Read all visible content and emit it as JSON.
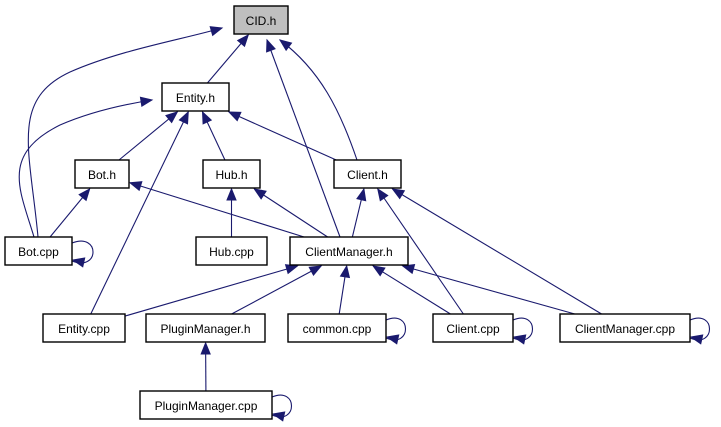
{
  "diagram": {
    "nodes": [
      {
        "id": "cid_h",
        "label": "CID.h",
        "focus": true
      },
      {
        "id": "entity_h",
        "label": "Entity.h"
      },
      {
        "id": "bot_h",
        "label": "Bot.h"
      },
      {
        "id": "hub_h",
        "label": "Hub.h"
      },
      {
        "id": "client_h",
        "label": "Client.h"
      },
      {
        "id": "bot_cpp",
        "label": "Bot.cpp"
      },
      {
        "id": "hub_cpp",
        "label": "Hub.cpp"
      },
      {
        "id": "clientmanager_h",
        "label": "ClientManager.h"
      },
      {
        "id": "entity_cpp",
        "label": "Entity.cpp"
      },
      {
        "id": "pluginmanager_h",
        "label": "PluginManager.h"
      },
      {
        "id": "common_cpp",
        "label": "common.cpp"
      },
      {
        "id": "client_cpp",
        "label": "Client.cpp"
      },
      {
        "id": "clientmanager_cpp",
        "label": "ClientManager.cpp"
      },
      {
        "id": "pluginmanager_cpp",
        "label": "PluginManager.cpp"
      }
    ],
    "edges": [
      {
        "from": "entity_h",
        "to": "cid_h"
      },
      {
        "from": "bot_cpp",
        "to": "cid_h"
      },
      {
        "from": "clientmanager_h",
        "to": "cid_h"
      },
      {
        "from": "client_h",
        "to": "cid_h"
      },
      {
        "from": "bot_h",
        "to": "entity_h"
      },
      {
        "from": "hub_h",
        "to": "entity_h"
      },
      {
        "from": "client_h",
        "to": "entity_h"
      },
      {
        "from": "bot_cpp",
        "to": "entity_h"
      },
      {
        "from": "entity_cpp",
        "to": "entity_h"
      },
      {
        "from": "bot_cpp",
        "to": "bot_h"
      },
      {
        "from": "clientmanager_h",
        "to": "bot_h"
      },
      {
        "from": "hub_cpp",
        "to": "hub_h"
      },
      {
        "from": "clientmanager_h",
        "to": "hub_h"
      },
      {
        "from": "clientmanager_h",
        "to": "client_h"
      },
      {
        "from": "client_cpp",
        "to": "client_h"
      },
      {
        "from": "clientmanager_cpp",
        "to": "client_h"
      },
      {
        "from": "entity_cpp",
        "to": "clientmanager_h"
      },
      {
        "from": "pluginmanager_h",
        "to": "clientmanager_h"
      },
      {
        "from": "common_cpp",
        "to": "clientmanager_h"
      },
      {
        "from": "client_cpp",
        "to": "clientmanager_h"
      },
      {
        "from": "clientmanager_cpp",
        "to": "clientmanager_h"
      },
      {
        "from": "pluginmanager_cpp",
        "to": "pluginmanager_h"
      },
      {
        "from": "bot_cpp",
        "to": "bot_cpp"
      },
      {
        "from": "common_cpp",
        "to": "common_cpp"
      },
      {
        "from": "client_cpp",
        "to": "client_cpp"
      },
      {
        "from": "clientmanager_cpp",
        "to": "clientmanager_cpp"
      },
      {
        "from": "pluginmanager_cpp",
        "to": "pluginmanager_cpp"
      }
    ]
  }
}
